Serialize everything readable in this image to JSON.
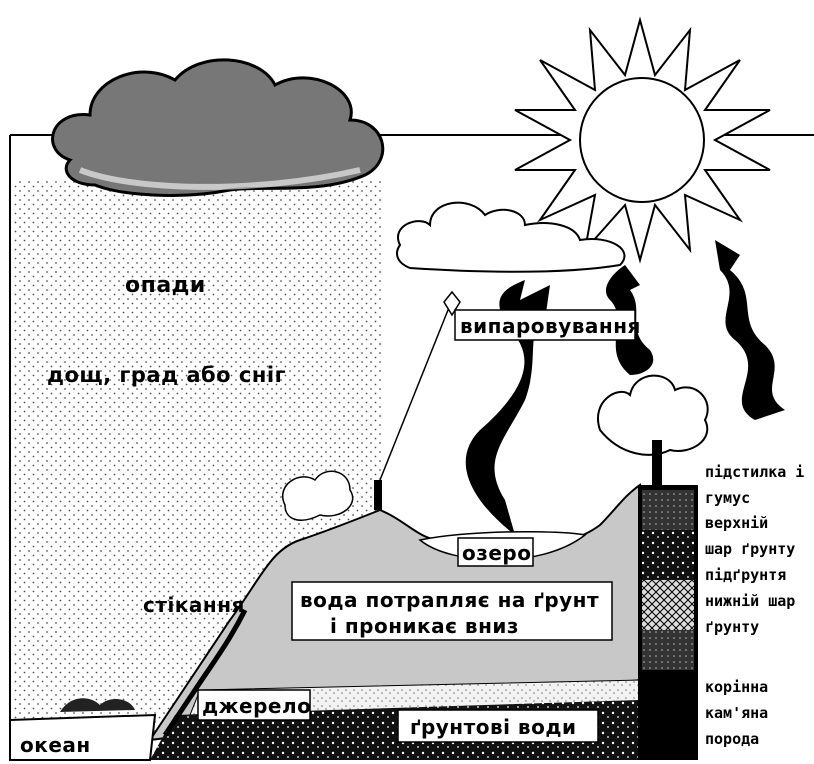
{
  "labels": {
    "precipitation": "опади",
    "precipitation_types": "дощ, град або сніг",
    "evaporation": "випаровування",
    "lake": "озеро",
    "runoff": "стікання",
    "infiltration_line1": "вода потрапляє на ґрунт",
    "infiltration_line2": "і проникає вниз",
    "spring": "джерело",
    "ocean": "океан",
    "groundwater": "ґрунтові води"
  },
  "soil_profile": [
    "підстилка і",
    "гумус",
    "верхній",
    "шар ґрунту",
    "підґрунтя",
    "нижній шар",
    "ґрунту",
    "корінна",
    "кам'яна",
    "порода"
  ]
}
